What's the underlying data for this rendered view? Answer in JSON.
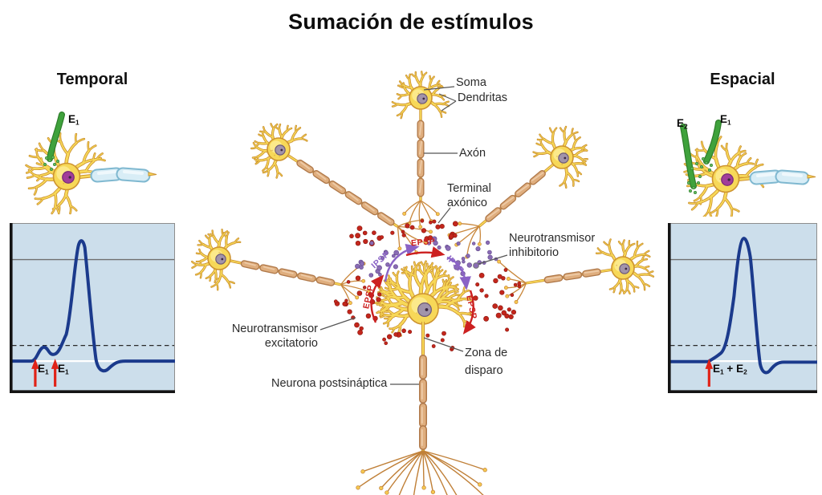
{
  "title": "Sumación de estímulos",
  "temporal": {
    "heading": "Temporal",
    "input_label": {
      "base": "E",
      "sub": "1"
    },
    "arrow_labels": [
      {
        "base": "E",
        "sub": "1"
      },
      {
        "base": "E",
        "sub": "1"
      }
    ]
  },
  "espacial": {
    "heading": "Espacial",
    "input_labels": [
      {
        "base": "E",
        "sub": "2"
      },
      {
        "base": "E",
        "sub": "1"
      }
    ],
    "arrow_label": {
      "e1_base": "E",
      "e1_sub": "1",
      "plus": " + ",
      "e2_base": "E",
      "e2_sub": "2"
    }
  },
  "diagram": {
    "labels": {
      "soma": "Soma",
      "dendritas": "Dendritas",
      "axon": "Axón",
      "terminal_axonico": [
        "Terminal",
        "axónico"
      ],
      "neurotransmisor_inhibitorio": [
        "Neurotransmisor",
        "inhibitorio"
      ],
      "neurotransmisor_excitatorio": [
        "Neurotransmisor",
        "excitatorio"
      ],
      "zona_de_disparo": [
        "Zona de",
        "disparo"
      ],
      "neurona_postsinaptica": "Neurona postsináptica"
    },
    "signals": {
      "epsp": "EPSP",
      "ipsp": "IPSP"
    }
  },
  "colors": {
    "excitatory_dot": "#c3261c",
    "excitatory_dot_edge": "#8a180f",
    "inhibitory_dot": "#8a6cb5",
    "inhibitory_dot_edge": "#5e4588",
    "epsp_label": "#cc2020",
    "ipsp_label": "#8a63c6",
    "neuron_fill": "#f7d858",
    "neuron_outline": "#cd9330",
    "myelin_fill": "#dfae7e",
    "myelin_edge": "#b0794a",
    "side_myelin_fill": "#d8edf6",
    "side_myelin_edge": "#7fb8d0",
    "nucleus_center": "#a294aa",
    "nucleus_center_edge": "#6e5a78",
    "side_nucleus": "#a13d9a",
    "side_nucleus_edge": "#762a74",
    "input_fiber": "#3fa23c",
    "input_fiber_edge": "#2e7d2b",
    "graph_bg": "#ccdeeb",
    "trace": "#1b3a8c",
    "stimulus_arrow": "#e02318",
    "leader_line": "#555555"
  }
}
